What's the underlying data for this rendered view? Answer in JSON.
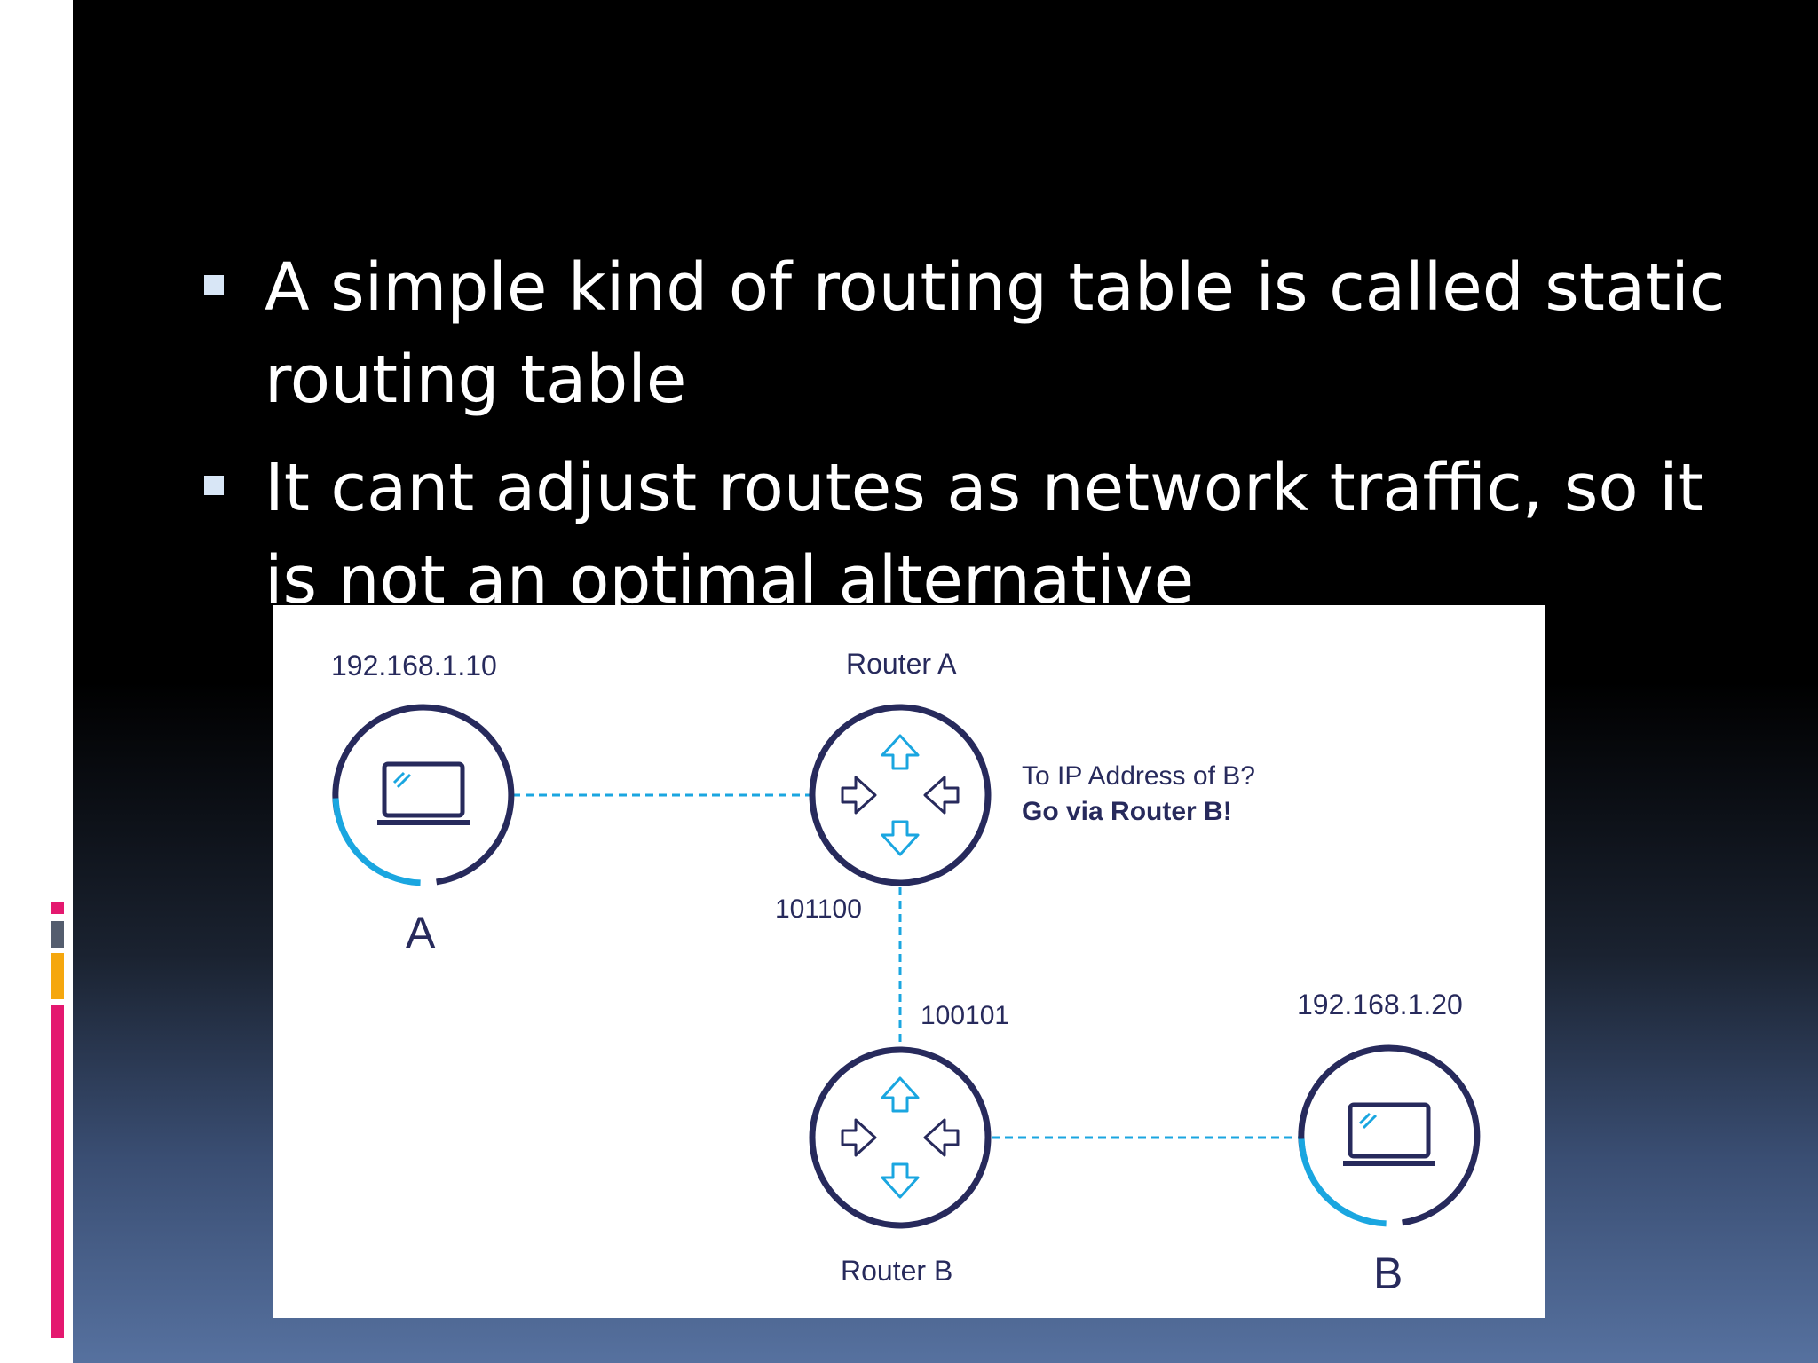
{
  "bullets": [
    "A simple kind of routing table is called static routing table",
    "It cant adjust routes as network traffic, so it is not an optimal alternative"
  ],
  "diagram": {
    "host_a": {
      "ip": "192.168.1.10",
      "label": "A"
    },
    "router_a": {
      "label": "Router A",
      "note_line1": "To IP Address of B?",
      "note_line2": "Go via Router B!"
    },
    "link_ab_label_top": "101100",
    "link_ab_label_bottom": "100101",
    "router_b": {
      "label": "Router B"
    },
    "host_b": {
      "ip": "192.168.1.20",
      "label": "B"
    }
  },
  "colors": {
    "navy": "#272a5c",
    "cyan": "#1aa6e0",
    "accent_pink": "#e4186f",
    "accent_gray": "#545d6e",
    "accent_orange": "#f5a70e"
  },
  "icons": [
    "laptop-icon",
    "router-arrows-icon"
  ]
}
